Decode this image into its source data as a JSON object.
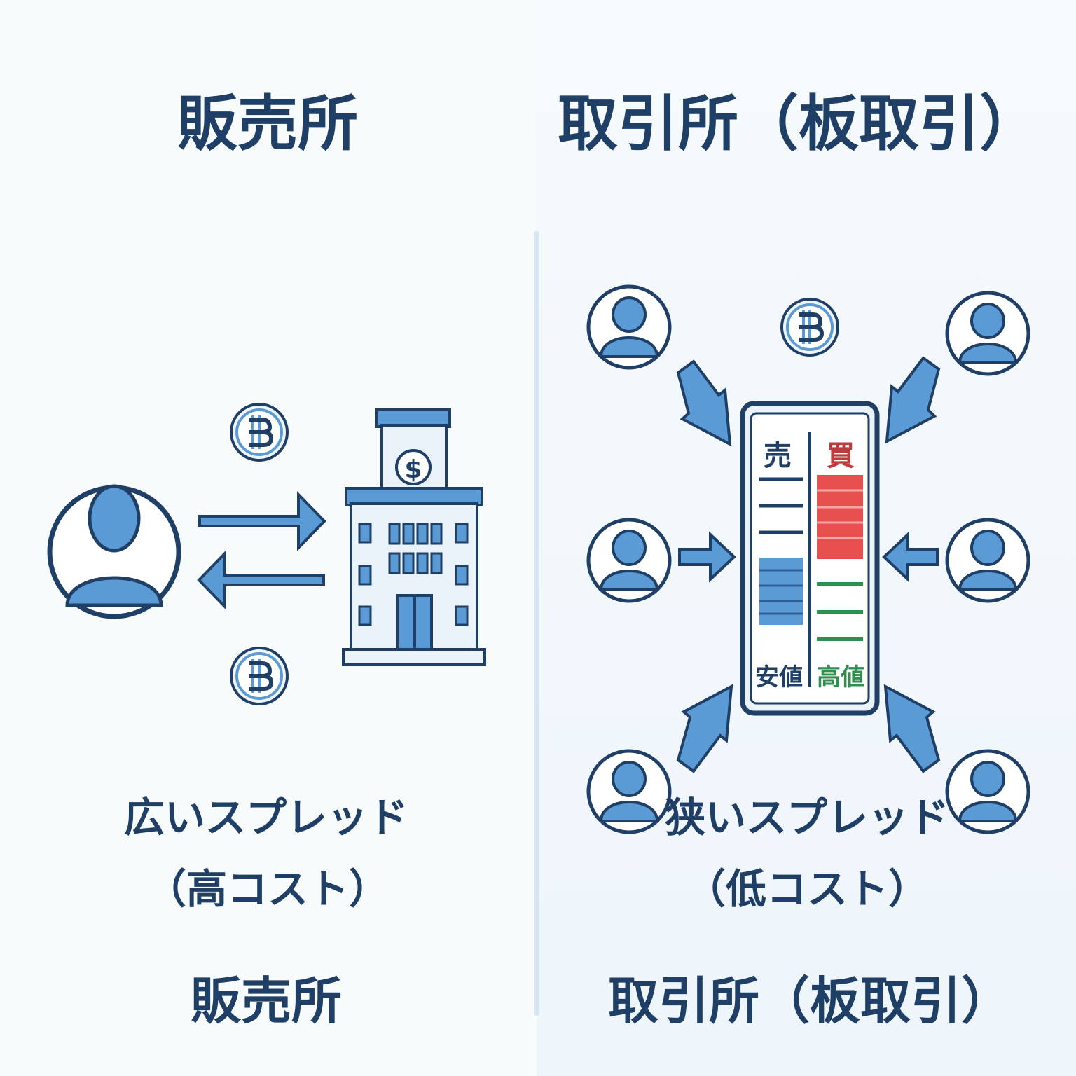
{
  "left": {
    "title": "販売所",
    "caption_line1": "広いスプレッド",
    "caption_line2": "（高コスト）",
    "footer": "販売所",
    "icons": [
      "user-icon",
      "bitcoin-icon",
      "bank-building-icon",
      "arrow-right-icon",
      "arrow-left-icon"
    ]
  },
  "right": {
    "title": "取引所（板取引）",
    "caption_line1": "狭いスプレッド",
    "caption_line2": "（低コスト）",
    "footer": "取引所（板取引）",
    "order_book": {
      "sell_label": "売",
      "buy_label": "買",
      "cheap_label": "安値",
      "expensive_label": "高値"
    },
    "icons": [
      "user-icon",
      "bitcoin-icon",
      "order-book-icon",
      "arrow-icon"
    ]
  },
  "colors": {
    "dark_navy": "#1f3f66",
    "icon_blue": "#5b9bd5",
    "light_fill": "#eaf2fa",
    "sell_red": "#e8504f",
    "buy_green": "#2f8f4e"
  }
}
